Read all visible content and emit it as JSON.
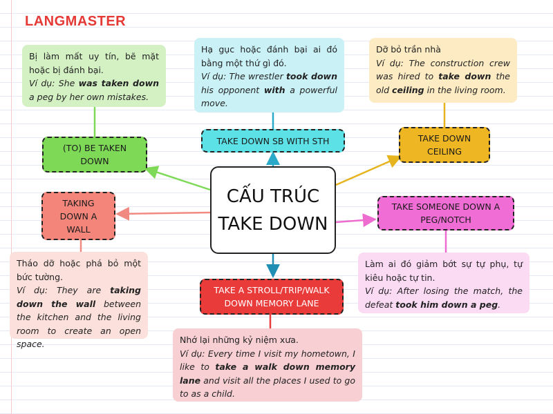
{
  "brand": {
    "name": "LANGMASTER",
    "color": "#e53935"
  },
  "center": {
    "line1": "CẤU TRÚC",
    "line2": "TAKE DOWN"
  },
  "nodes": {
    "be_taken_down": {
      "label": "(TO) BE TAKEN DOWN",
      "color": "#7ed957",
      "line_color": "#7ed957"
    },
    "take_down_with": {
      "label": "TAKE DOWN SB WITH STH",
      "color": "#5ce1e6",
      "line_color": "#2aa9c9"
    },
    "ceiling": {
      "label": "TAKE DOWN CEILING",
      "color": "#eeb622",
      "line_color": "#e5b41e"
    },
    "wall": {
      "label": "TAKING DOWN A WALL",
      "color": "#f4857b",
      "line_color": "#f08a80"
    },
    "peg": {
      "label": "TAKE SOMEONE DOWN A PEG/NOTCH",
      "color": "#f06dd5",
      "line_color": "#ee6bcf"
    },
    "stroll": {
      "label": "TAKE A STROLL/TRIP/WALK DOWN MEMORY LANE",
      "color": "#ea3b3b",
      "line_color": "#1f8fb4"
    }
  },
  "notes": {
    "be_taken_down": {
      "bg": "#d4f1c4",
      "meaning": "Bị làm mất uy tín, bẽ mặt hoặc bị đánh bại.",
      "ex_prefix": "Ví dụ: She ",
      "ex_bold1": "was taken down",
      "ex_mid": " a peg by her own mistakes."
    },
    "take_down_with": {
      "bg": "#c9f1f6",
      "meaning": "Hạ gục hoặc đánh bại ai đó bằng một thứ gì đó.",
      "ex_prefix": "Ví dụ: The wrestler ",
      "ex_bold1": "took down",
      "ex_mid": " his opponent ",
      "ex_bold2": "with",
      "ex_suffix": " a powerful move."
    },
    "ceiling": {
      "bg": "#fcebc3",
      "meaning": "Dỡ bỏ trần nhà",
      "ex_prefix": "Ví dụ: The construction crew was hired to ",
      "ex_bold1": "take down",
      "ex_mid": " the old ",
      "ex_bold2": "ceiling",
      "ex_suffix": " in the living room."
    },
    "wall": {
      "bg": "#fbe0db",
      "meaning": "Tháo dỡ hoặc phá bỏ một bức tường.",
      "ex_prefix": "Ví dụ: They are ",
      "ex_bold1": "taking down the wall",
      "ex_mid": " between the kitchen and the living room to create an open space."
    },
    "peg": {
      "bg": "#fbdaf4",
      "meaning": "Làm ai đó giảm bớt sự tự phụ, tự kiêu hoặc tự tin.",
      "ex_prefix": "Ví dụ: After losing the match, the defeat ",
      "ex_bold1": "took him down a peg",
      "ex_mid": "."
    },
    "stroll": {
      "bg": "#f8cfd3",
      "meaning": "Nhớ lại những kỷ niệm xưa.",
      "ex_prefix": "Ví dụ: Every time I visit my hometown, I like to ",
      "ex_bold1": "take a walk down memory lane",
      "ex_mid": " and visit all the places I used to go to as a child."
    }
  }
}
